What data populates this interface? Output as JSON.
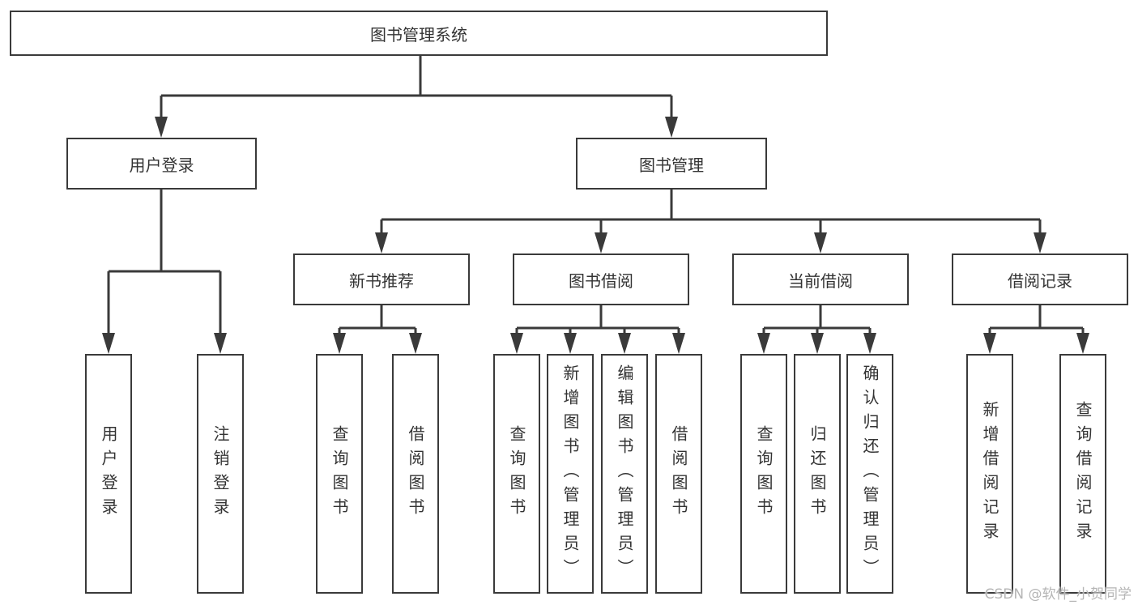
{
  "diagram": {
    "root": "图书管理系统",
    "level2": {
      "user_login": "用户登录",
      "book_management": "图书管理"
    },
    "level3": {
      "new_book_recommend": "新书推荐",
      "book_borrow": "图书借阅",
      "current_borrow": "当前借阅",
      "borrow_records": "借阅记录"
    },
    "leaves": {
      "user_login": "用户登录",
      "logout": "注销登录",
      "nb_query_books": "查询图书",
      "nb_borrow_books": "借阅图书",
      "bb_query_books": "查询图书",
      "bb_add_books_admin": "新增图书（管理员）",
      "bb_edit_books_admin": "编辑图书（管理员）",
      "bb_borrow_books": "借阅图书",
      "cb_query_books": "查询图书",
      "cb_return_books": "归还图书",
      "cb_confirm_return_admin": "确认归还（管理员）",
      "br_add_record": "新增借阅记录",
      "br_query_record": "查询借阅记录"
    }
  },
  "watermark": "CSDN @软件_小贺同学",
  "colors": {
    "line": "#3a3a3a",
    "text": "#333333",
    "watermark": "#b5b5b5",
    "background": "#ffffff"
  }
}
